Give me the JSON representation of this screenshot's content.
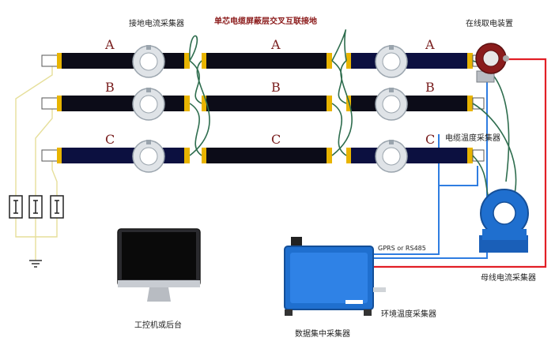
{
  "diagram": {
    "title": "单芯电缆屏蔽层交叉互联接地",
    "labels": {
      "ground_ct": "接地电流采集器",
      "power_device": "在线取电装置",
      "temp_collector": "电缆温度采集器",
      "bus_ct": "母线电流采集器",
      "gprs": "GPRS or RS485",
      "env_collector": "环境温度采集器",
      "data_collector": "数据集中采集器",
      "pc": "工控机或后台"
    },
    "phases": [
      "A",
      "B",
      "C"
    ],
    "colors": {
      "cable": "#0c0c18",
      "end_cap": "#e8b400",
      "ct_ring": "#dfe3e7",
      "link_green": "#2e6d4e",
      "ground_yellow": "#e6df9a",
      "comm_blue": "#2f7de1",
      "power_red": "#e21f26",
      "device_blue": "#1f6fcf",
      "title_red": "#8b1a1a"
    }
  }
}
